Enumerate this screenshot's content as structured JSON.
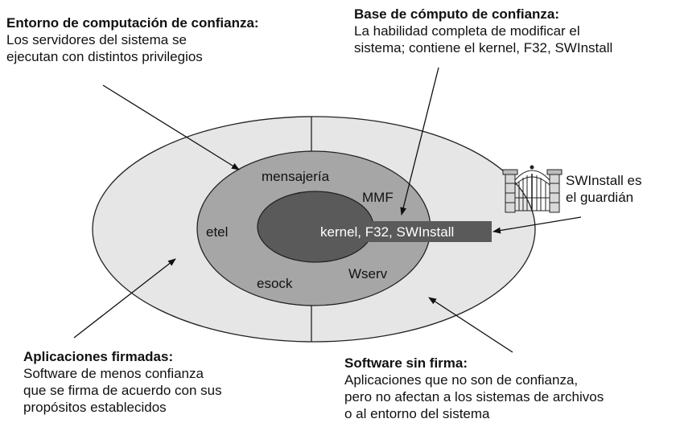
{
  "annotations": {
    "tce": {
      "title": "Entorno de computación de confianza:",
      "lines": [
        "Los servidores del sistema se",
        "ejecutan con distintos privilegios"
      ]
    },
    "tcb": {
      "title": "Base de cómputo de confianza:",
      "lines": [
        "La habilidad completa de modificar el",
        "sistema; contiene el kernel, F32, SWInstall"
      ]
    },
    "gatekeeper": {
      "lines": [
        "SWInstall es",
        "el guardián"
      ],
      "icon": "gate-icon"
    },
    "signed": {
      "title": "Aplicaciones firmadas:",
      "lines": [
        "Software de menos confianza",
        "que se firma de acuerdo con sus",
        "propósitos establecidos"
      ]
    },
    "unsigned": {
      "title": "Software sin firma:",
      "lines": [
        "Aplicaciones que no son de confianza,",
        "pero no afectan a los sistemas de archivos",
        "o al entorno del sistema"
      ]
    }
  },
  "rings": {
    "middle_labels": {
      "messaging": "mensajería",
      "mmf": "MMF",
      "etel": "etel",
      "esock": "esock",
      "wserv": "Wserv"
    },
    "core_label": "kernel, F32, SWInstall"
  },
  "colors": {
    "outer_ring": "#e6e6e6",
    "middle_ring": "#a6a6a6",
    "core": "#5a5a5a",
    "core_label_bg": "#5a5a5a",
    "stroke": "#222222"
  }
}
